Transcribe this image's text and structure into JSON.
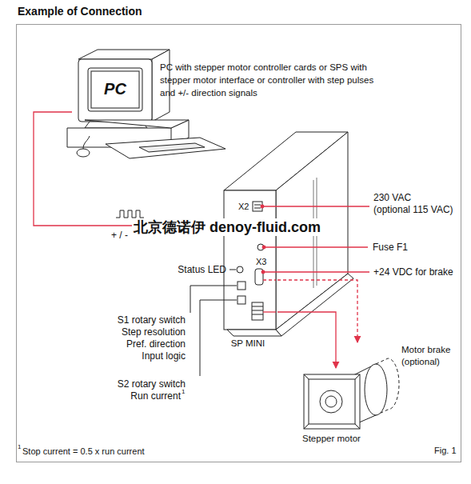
{
  "diagram": {
    "title": "Example of Connection",
    "caption": "Fig. 1",
    "nodes": [
      {
        "text": [
          "PC",
          "PC with stepper motor controller cards or SPS with stepper motor interface or controller with step pulses and +/- direction signals"
        ]
      },
      {
        "text": [
          "SP MINI"
        ]
      },
      {
        "text": [
          "Motor brake (optional)"
        ]
      },
      {
        "text": [
          "Stepper motor"
        ]
      }
    ],
    "edges": [
      {
        "from": 0,
        "to": 1,
        "arrow": "none"
      },
      {
        "from": 1,
        "to": 3,
        "arrow": "to"
      },
      {
        "from": 1,
        "to": 2,
        "arrow": "to"
      }
    ],
    "labels": [
      "+ / -",
      "北京德诺伊 denoy-fluid.com",
      "X2",
      "X3",
      "230 VAC",
      "(optional 115 VAC)",
      "Fuse F1",
      "+24 VDC for brake",
      "Status LED",
      "S1 rotary switch",
      "Step resolution",
      "Pref. direction",
      "Input logic",
      "S2 rotary switch",
      "Run current",
      "1",
      "1",
      "Stop current = 0.5 x run current"
    ]
  }
}
